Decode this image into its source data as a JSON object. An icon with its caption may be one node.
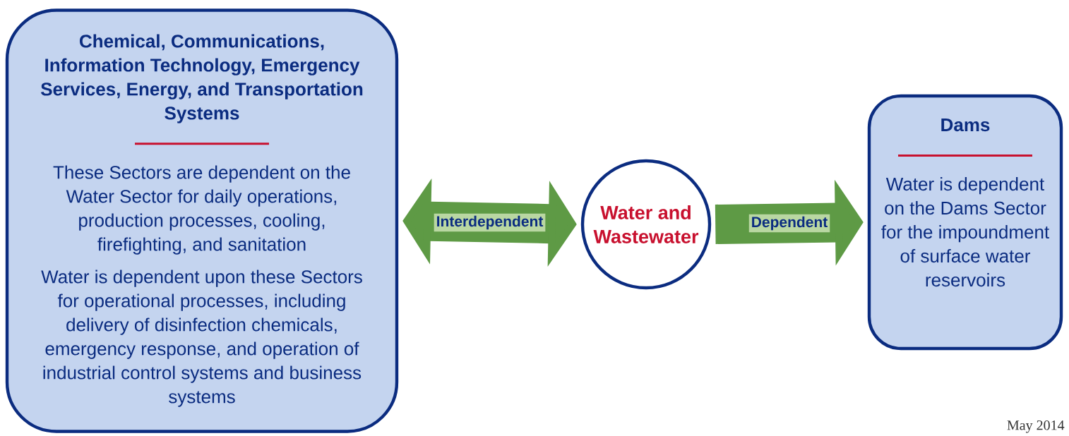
{
  "diagram": {
    "nodes": [
      {
        "text": [
          "Chemical, Communications, Information Technology, Emergency Services, Energy, and Transportation Systems",
          "These Sectors are dependent on the Water Sector for daily operations, production processes, cooling, firefighting, and sanitation",
          "Water is dependent upon these Sectors for operational processes, including delivery of disinfection chemicals, emergency response, and operation of industrial control systems and business systems"
        ]
      },
      {
        "text": [
          "Water and Wastewater"
        ]
      },
      {
        "text": [
          "Dams",
          "Water is dependent on the Dams Sector for the impoundment of surface water reservoirs"
        ]
      }
    ],
    "edges": [
      {
        "from": 0,
        "to": 1,
        "arrow": "both",
        "label": "Interdependent"
      },
      {
        "from": 1,
        "to": 2,
        "arrow": "to",
        "label": "Dependent"
      }
    ],
    "labels": [
      "May 2014"
    ]
  }
}
